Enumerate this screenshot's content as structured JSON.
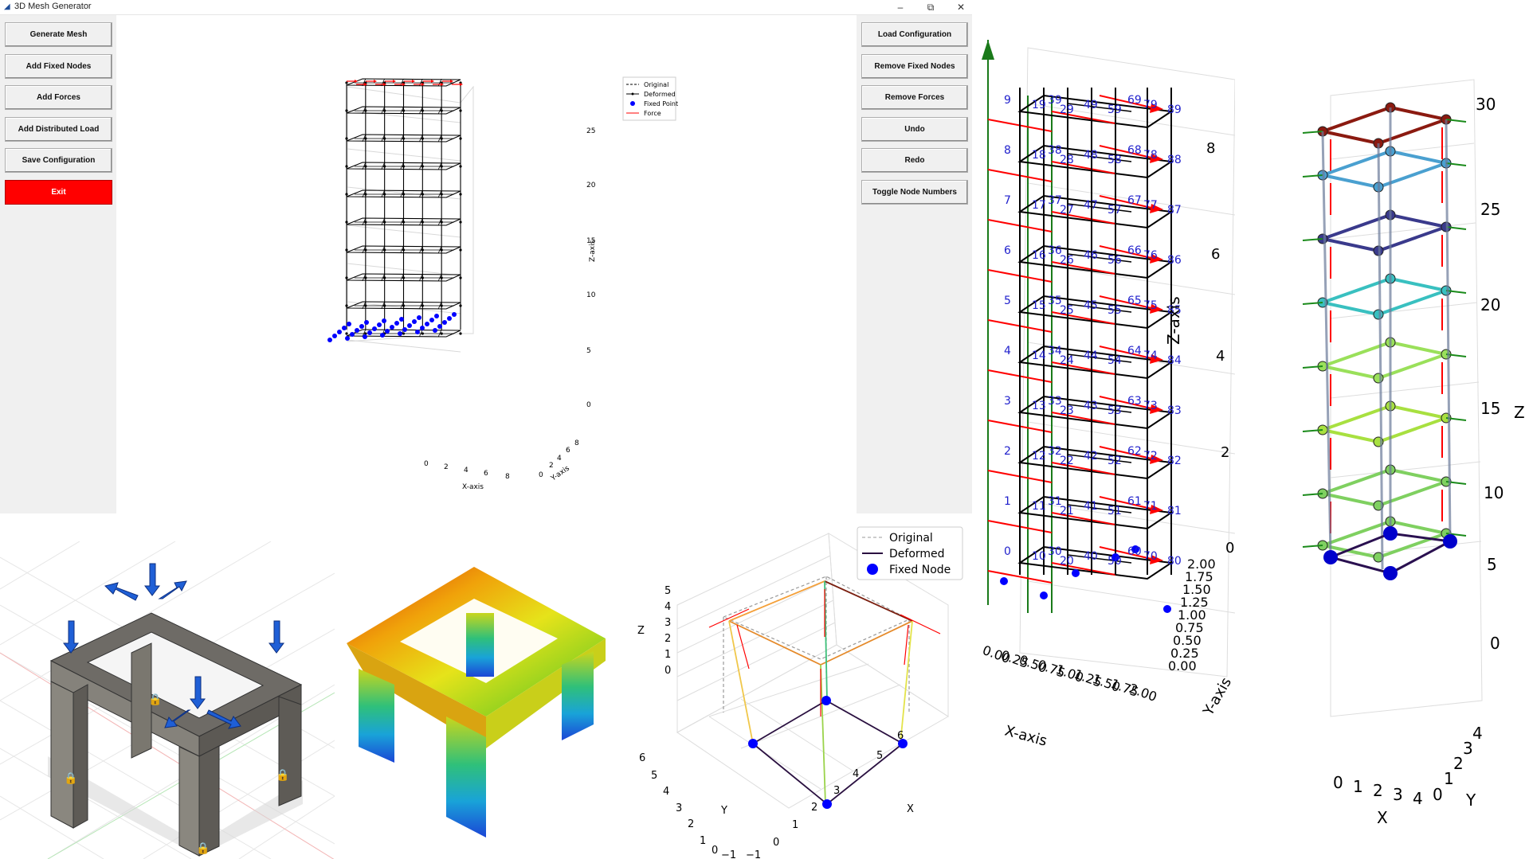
{
  "window": {
    "title": "3D Mesh Generator",
    "controls": {
      "minimize": "–",
      "restore": "⧉",
      "close": "✕"
    }
  },
  "left_buttons": [
    "Generate Mesh",
    "Add Fixed Nodes",
    "Add Forces",
    "Add Distributed Load",
    "Save Configuration",
    "Exit"
  ],
  "right_buttons": [
    "Load Configuration",
    "Remove Fixed Nodes",
    "Remove Forces",
    "Undo",
    "Redo",
    "Toggle Node Numbers"
  ],
  "main_plot": {
    "legend": [
      "Original",
      "Deformed",
      "Fixed Point",
      "Force"
    ],
    "xlabel": "X-axis",
    "ylabel": "Y-axis",
    "zlabel": "Z-axis",
    "x_ticks": [
      "0",
      "2",
      "4",
      "6",
      "8"
    ],
    "y_ticks": [
      "0",
      "2",
      "4",
      "6",
      "8"
    ],
    "z_ticks": [
      "0",
      "5",
      "10",
      "15",
      "20",
      "25"
    ]
  },
  "table_plot": {
    "legend": [
      "Original",
      "Deformed",
      "Fixed Node"
    ],
    "zlabel": "Z",
    "xlabel": "X",
    "ylabel": "Y",
    "z_ticks": [
      "0",
      "1",
      "2",
      "3",
      "4",
      "5"
    ],
    "y_ticks": [
      "6",
      "5",
      "4",
      "3",
      "2",
      "1",
      "0",
      "−1"
    ],
    "x_ticks": [
      "−1",
      "0",
      "1",
      "2",
      "3",
      "4",
      "5",
      "6"
    ]
  },
  "tower_plot": {
    "xlabel": "X-axis",
    "ylabel": "Y-axis",
    "zlabel": "Z-axis",
    "z_ticks": [
      "0",
      "2",
      "4",
      "6",
      "8"
    ],
    "x_ticks": [
      "0.00",
      "0.25",
      "0.50",
      "0.75",
      "1.00",
      "1.25",
      "1.50",
      "1.75",
      "2.00"
    ],
    "y_ticks": [
      "0.00",
      "0.25",
      "0.50",
      "0.75",
      "1.00",
      "1.25",
      "1.50",
      "1.75",
      "2.00"
    ],
    "node_numbers": [
      "0",
      "1",
      "2",
      "3",
      "4",
      "5",
      "6",
      "7",
      "8",
      "9",
      "10",
      "11",
      "12",
      "13",
      "14",
      "15",
      "16",
      "17",
      "18",
      "19",
      "20",
      "21",
      "22",
      "23",
      "24",
      "25",
      "26",
      "27",
      "28",
      "29",
      "30",
      "31",
      "32",
      "33",
      "34",
      "35",
      "36",
      "37",
      "38",
      "39",
      "40",
      "41",
      "42",
      "43",
      "44",
      "45",
      "46",
      "47",
      "48",
      "49",
      "50",
      "51",
      "52",
      "53",
      "54",
      "55",
      "56",
      "57",
      "58",
      "59",
      "60",
      "61",
      "62",
      "63",
      "64",
      "65",
      "66",
      "67",
      "68",
      "69",
      "70",
      "71",
      "72",
      "73",
      "74",
      "75",
      "76",
      "77",
      "78",
      "79",
      "80",
      "81",
      "82",
      "83",
      "84",
      "85",
      "86",
      "87",
      "88",
      "89"
    ]
  },
  "column_plot": {
    "xlabel": "X",
    "ylabel": "Y",
    "zlabel": "Z",
    "z_ticks": [
      "0",
      "5",
      "10",
      "15",
      "20",
      "25",
      "30"
    ],
    "x_ticks": [
      "0",
      "1",
      "2",
      "3",
      "4"
    ],
    "y_ticks": [
      "0",
      "1",
      "2",
      "3",
      "4"
    ]
  },
  "colors": {
    "exit_button": "#ff0000",
    "force": "#ff0000",
    "fixed": "#0000ff",
    "node_label": "#1f1fcc",
    "axis_green": "#1a7a1a"
  }
}
